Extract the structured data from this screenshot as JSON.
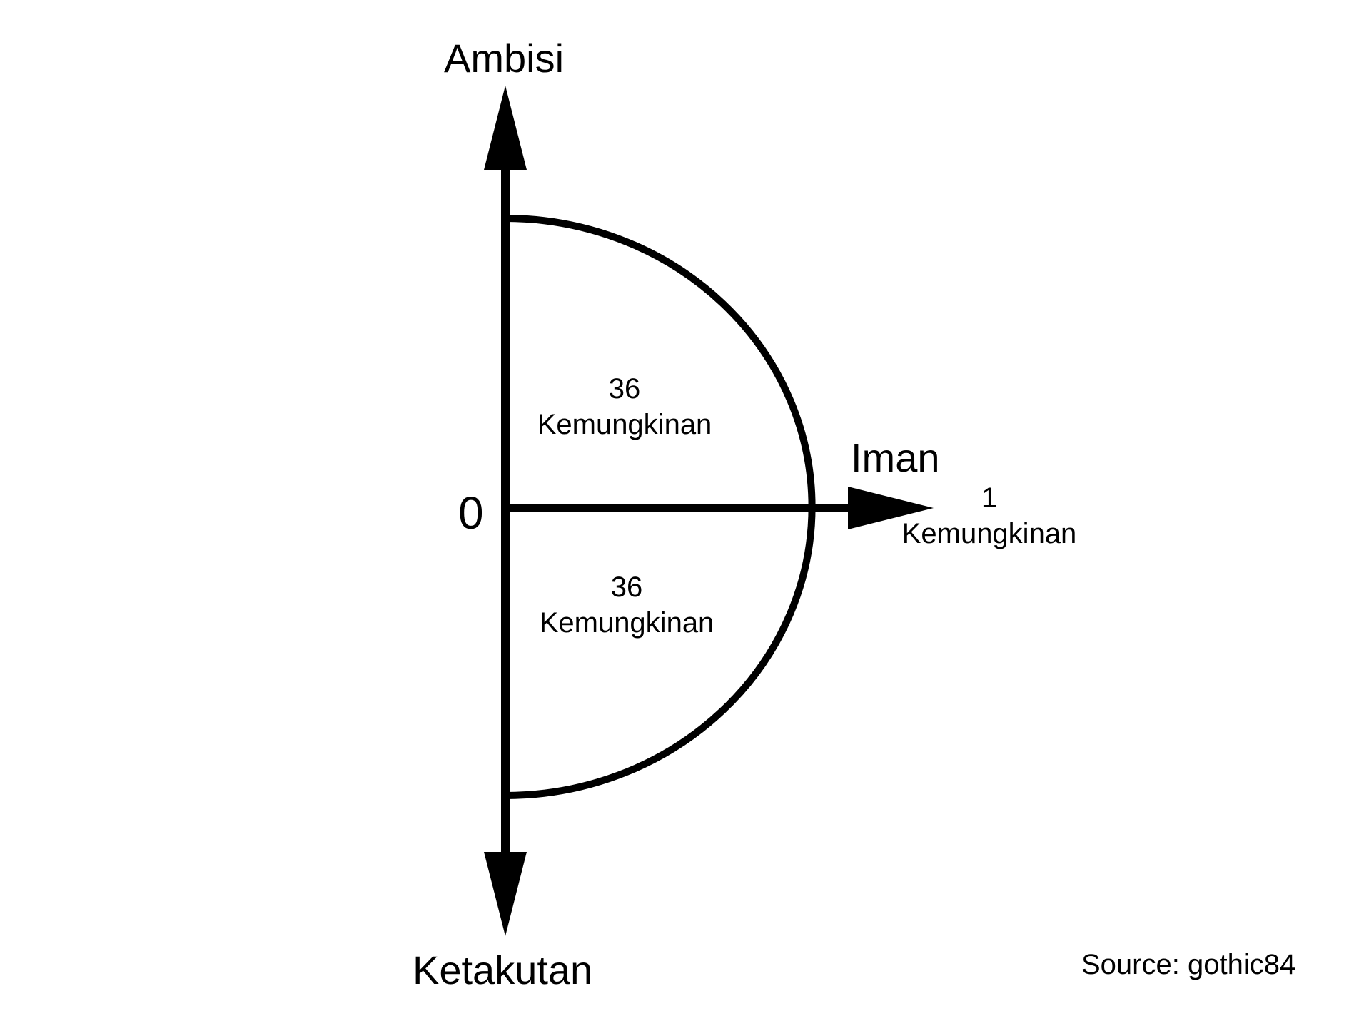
{
  "axes": {
    "top_label": "Ambisi",
    "bottom_label": "Ketakutan",
    "right_label": "Iman",
    "origin_label": "0"
  },
  "regions": {
    "upper": {
      "count": "36",
      "unit": "Kemungkinan"
    },
    "lower": {
      "count": "36",
      "unit": "Kemungkinan"
    },
    "right": {
      "count": "1",
      "unit": "Kemungkinan"
    }
  },
  "source": "Source: gothic84",
  "colors": {
    "stroke": "#000000",
    "background": "#ffffff"
  }
}
